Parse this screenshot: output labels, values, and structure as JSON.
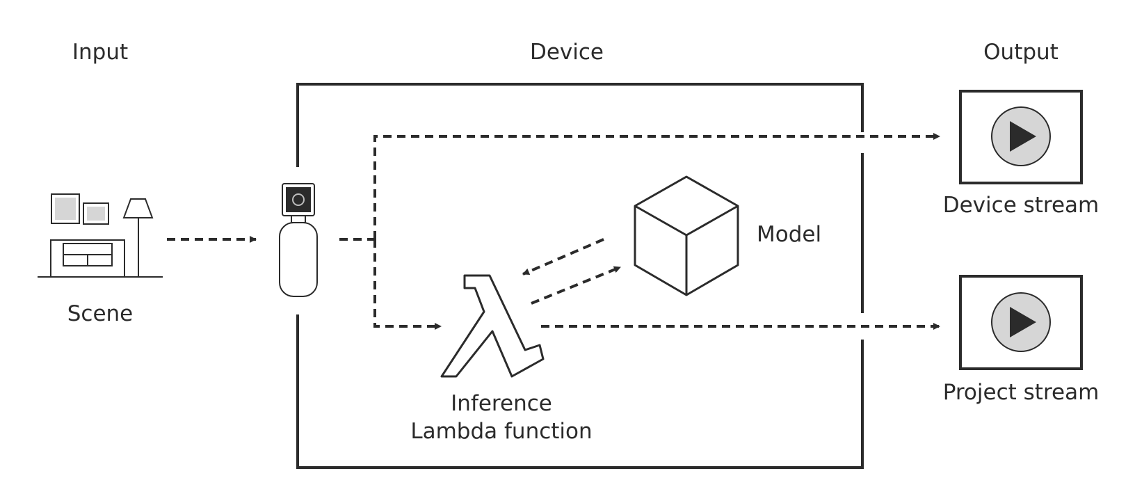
{
  "headers": {
    "input": "Input",
    "device": "Device",
    "output": "Output"
  },
  "nodes": {
    "scene": {
      "label": "Scene",
      "icon": "living-room-scene-icon"
    },
    "camera": {
      "icon": "camera-device-icon"
    },
    "model": {
      "label": "Model",
      "icon": "cube-icon"
    },
    "lambda": {
      "line1": "Inference",
      "line2": "Lambda function",
      "icon": "lambda-icon"
    },
    "device_stream": {
      "label": "Device stream",
      "icon": "play-icon"
    },
    "project_stream": {
      "label": "Project stream",
      "icon": "play-icon"
    }
  },
  "colors": {
    "line": "#2b2b2b",
    "fill_gray": "#d6d6d6",
    "background": "#ffffff"
  }
}
